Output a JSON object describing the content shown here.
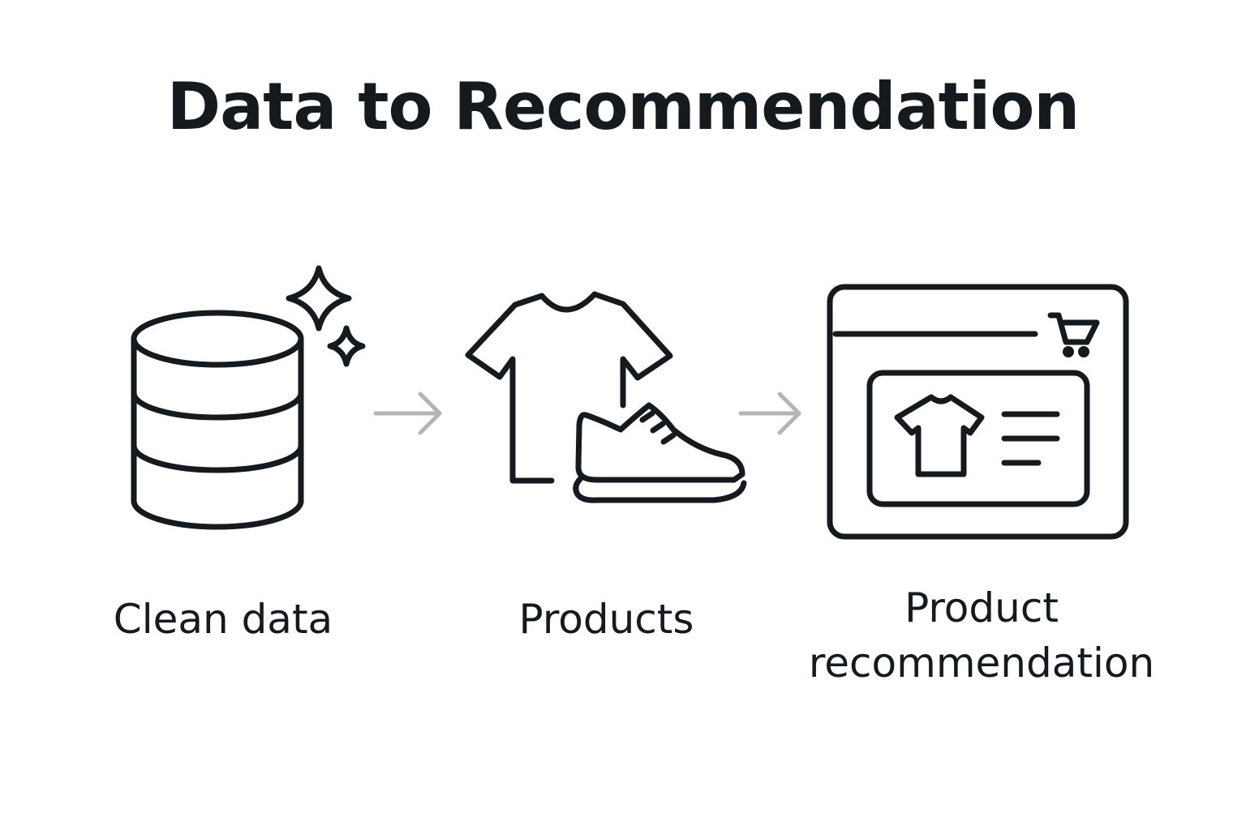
{
  "title": "Data to Recommendation",
  "colors": {
    "ink": "#141a1e",
    "arrow": "#b4b4b4",
    "background": "#ffffff"
  },
  "steps": [
    {
      "icon": "database-sparkle-icon",
      "label_lines": [
        "Clean data"
      ]
    },
    {
      "icon": "tshirt-sneaker-icon",
      "label_lines": [
        "Products"
      ]
    },
    {
      "icon": "web-shop-recommendation-icon",
      "label_lines": [
        "Product",
        "recommendation"
      ]
    }
  ],
  "connectors": [
    "arrow-right-icon",
    "arrow-right-icon"
  ]
}
